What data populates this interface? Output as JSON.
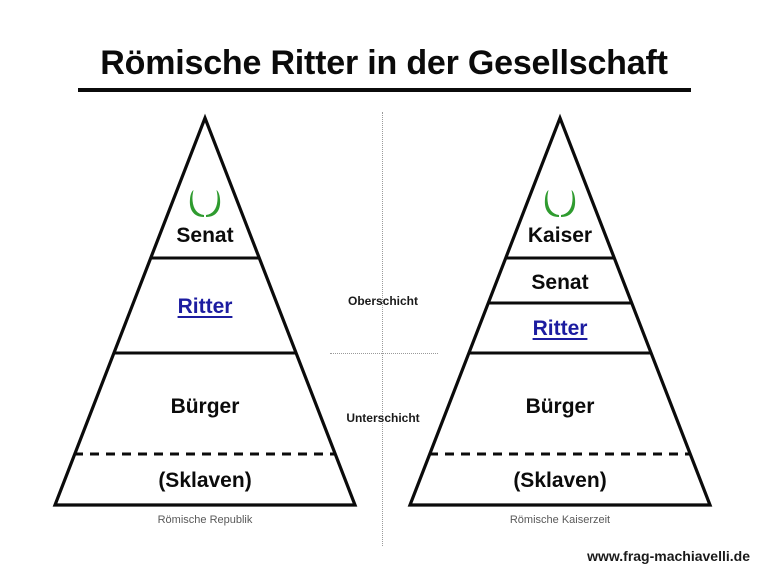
{
  "page": {
    "title": "Römische Ritter in der Gesellschaft",
    "footer": "www.frag-machiavelli.de",
    "background_color": "#ffffff"
  },
  "colors": {
    "text": "#0b0b0b",
    "highlight_blue": "#1c1ca0",
    "wreath_green": "#2f9b2f",
    "caption_gray": "#595959",
    "guide_gray": "#9a9a9a"
  },
  "center_axis": {
    "upper_label": "Oberschicht",
    "lower_label": "Unterschicht"
  },
  "pyramids": [
    {
      "id": "left",
      "caption": "Römische Republik",
      "has_wreath": true,
      "tiers": [
        {
          "label": "Senat",
          "style": "black",
          "divider": "solid"
        },
        {
          "label": "Ritter",
          "style": "blue",
          "divider": "solid"
        },
        {
          "label": "Bürger",
          "style": "black",
          "divider": "dashed"
        },
        {
          "label": "(Sklaven)",
          "style": "black",
          "divider": "none"
        }
      ]
    },
    {
      "id": "right",
      "caption": "Römische Kaiserzeit",
      "has_wreath": true,
      "tiers": [
        {
          "label": "Kaiser",
          "style": "black",
          "divider": "solid"
        },
        {
          "label": "Senat",
          "style": "black",
          "divider": "solid"
        },
        {
          "label": "Ritter",
          "style": "blue",
          "divider": "solid"
        },
        {
          "label": "Bürger",
          "style": "black",
          "divider": "dashed"
        },
        {
          "label": "(Sklaven)",
          "style": "black",
          "divider": "none"
        }
      ]
    }
  ],
  "icons": {
    "wreath": "laurel-wreath-icon"
  }
}
